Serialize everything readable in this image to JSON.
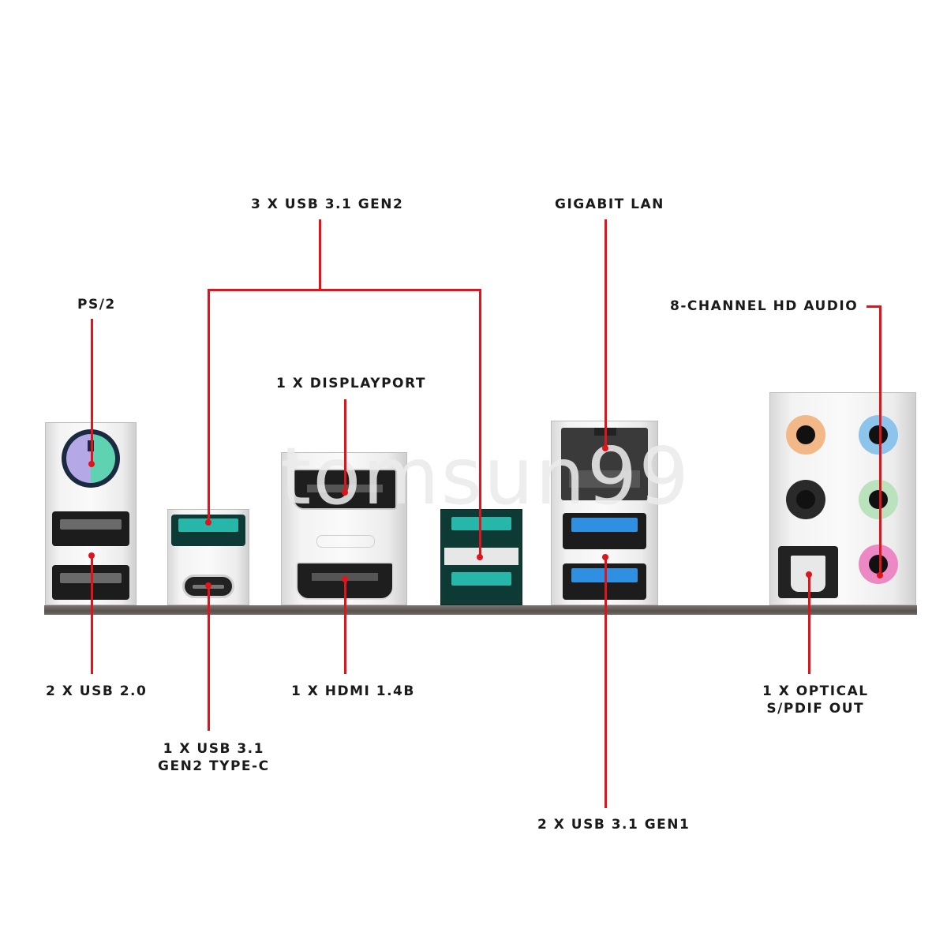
{
  "diagram": {
    "title": "Motherboard rear I/O panel ports",
    "watermark": "tomsun99",
    "accent_color": "#e0141a",
    "labels": {
      "ps2": "PS/2",
      "usb31_gen2": "3 X USB 3.1 GEN2",
      "displayport": "1 X DISPLAYPORT",
      "gigabit_lan": "GIGABIT LAN",
      "hd_audio": "8-CHANNEL HD AUDIO",
      "usb20": "2 X USB 2.0",
      "hdmi": "1 X HDMI 1.4B",
      "usb31_typec_line1": "1 X USB 3.1",
      "usb31_typec_line2": "GEN2 TYPE-C",
      "usb31_gen1": "2 X USB 3.1 GEN1",
      "optical_line1": "1 X OPTICAL",
      "optical_line2": "S/PDIF OUT"
    },
    "ports": [
      {
        "name": "PS/2 combo port",
        "color": "#9b8fd6"
      },
      {
        "name": "USB 2.0",
        "count": 2,
        "color": "#1c1c1c"
      },
      {
        "name": "USB 3.1 Gen2 Type-A",
        "count": 3,
        "color": "#27b7aa"
      },
      {
        "name": "USB 3.1 Gen2 Type-C",
        "count": 1
      },
      {
        "name": "DisplayPort",
        "count": 1
      },
      {
        "name": "HDMI 1.4b",
        "count": 1
      },
      {
        "name": "Gigabit LAN (RJ45)",
        "count": 1
      },
      {
        "name": "USB 3.1 Gen1",
        "count": 2,
        "color": "#2f8fe0"
      },
      {
        "name": "Audio jacks",
        "colors": [
          "#f2b888",
          "#8cc4ec",
          "#2a2a2a",
          "#b9e2bd",
          "#ec88c4"
        ]
      },
      {
        "name": "Optical S/PDIF out",
        "count": 1
      }
    ]
  }
}
